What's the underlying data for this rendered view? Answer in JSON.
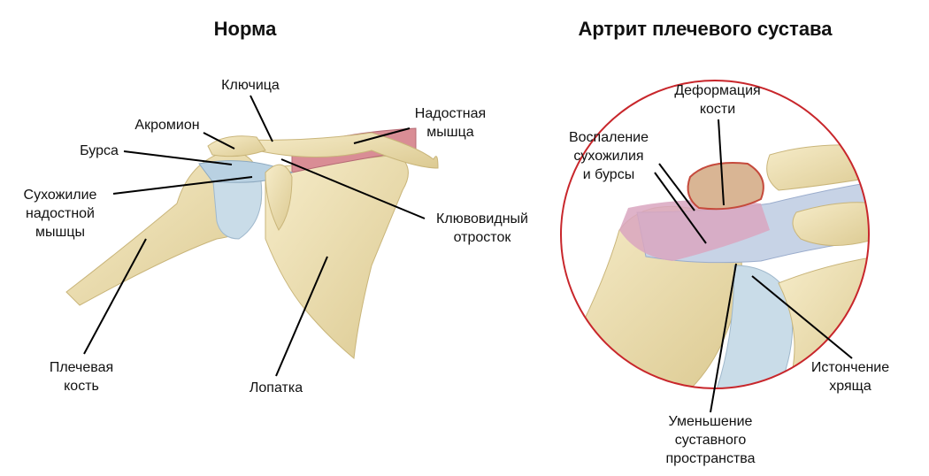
{
  "left_panel": {
    "title": "Норма",
    "labels": {
      "clavicle": "Ключица",
      "acromion": "Акромион",
      "bursa": "Бурса",
      "tendon": [
        "Сухожилие",
        "надостной",
        "мышцы"
      ],
      "supraspinatus": [
        "Надостная",
        "мышца"
      ],
      "coracoid": [
        "Клювовидный",
        "отросток"
      ],
      "humerus": [
        "Плечевая",
        "кость"
      ],
      "scapula": "Лопатка"
    }
  },
  "right_panel": {
    "title": "Артрит плечевого сустава",
    "labels": {
      "bone_deformation": [
        "Деформация",
        "кости"
      ],
      "inflammation": [
        "Воспаление",
        "сухожилия",
        "и бурсы"
      ],
      "cartilage_thinning": [
        "Истончение",
        "хряща"
      ],
      "joint_space": [
        "Уменьшение",
        "суставного",
        "пространства"
      ]
    }
  },
  "colors": {
    "bone": "#f2e6bd",
    "bone_shade": "#d9c88f",
    "cartilage": "#c9dce8",
    "muscle": "#d98d95",
    "inflamed": "#d9a6c0",
    "circle": "#c8262b"
  }
}
